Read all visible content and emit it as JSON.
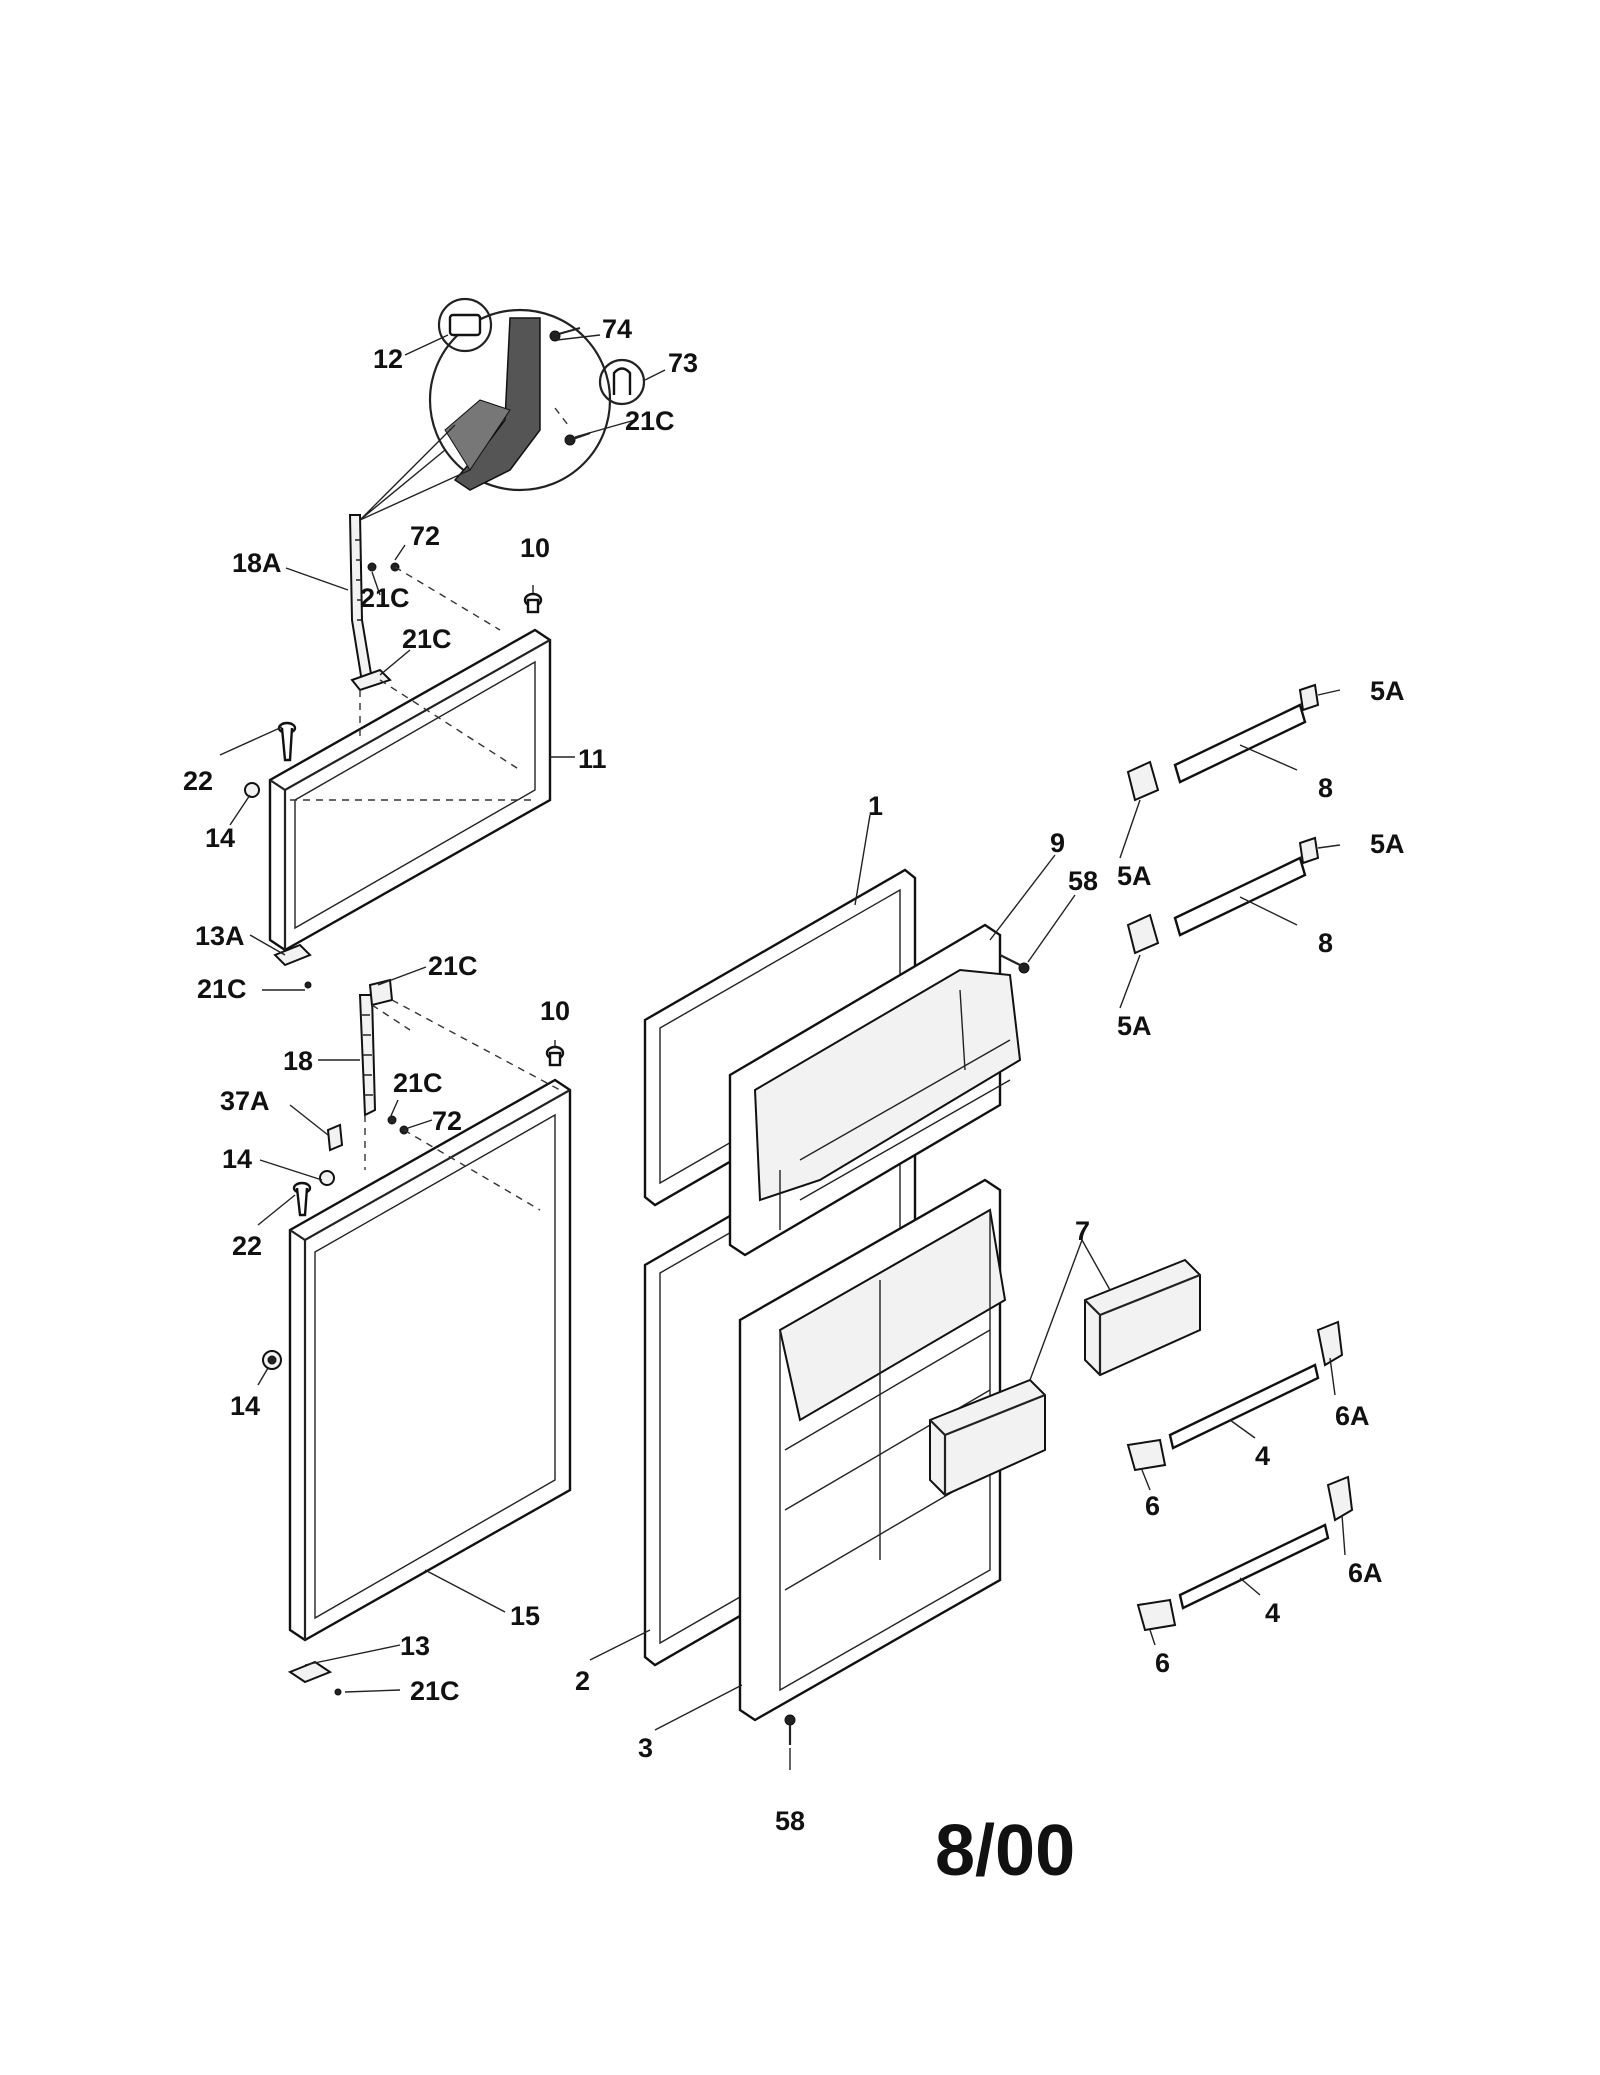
{
  "labels": {
    "l12": "12",
    "l74": "74",
    "l73": "73",
    "l21c_a": "21C",
    "l72_a": "72",
    "l18a": "18A",
    "l10_a": "10",
    "l21c_b": "21C",
    "l21c_c": "21C",
    "l22_a": "22",
    "l11": "11",
    "l14_a": "14",
    "l13a": "13A",
    "l21c_d": "21C",
    "l21c_e": "21C",
    "l10_b": "10",
    "l18": "18",
    "l21c_f": "21C",
    "l37a": "37A",
    "l72_b": "72",
    "l14_b": "14",
    "l22_b": "22",
    "l14_c": "14",
    "l15": "15",
    "l13": "13",
    "l21c_g": "21C",
    "l2": "2",
    "l3": "3",
    "l58_a": "58",
    "l1": "1",
    "l9": "9",
    "l58_b": "58",
    "l5a_a": "5A",
    "l8_a": "8",
    "l5a_b": "5A",
    "l5a_c": "5A",
    "l8_b": "8",
    "l5a_d": "5A",
    "l7": "7",
    "l6a_a": "6A",
    "l4_a": "4",
    "l6_a": "6",
    "l6a_b": "6A",
    "l4_b": "4",
    "l6_b": "6"
  },
  "date_code": "8/00"
}
